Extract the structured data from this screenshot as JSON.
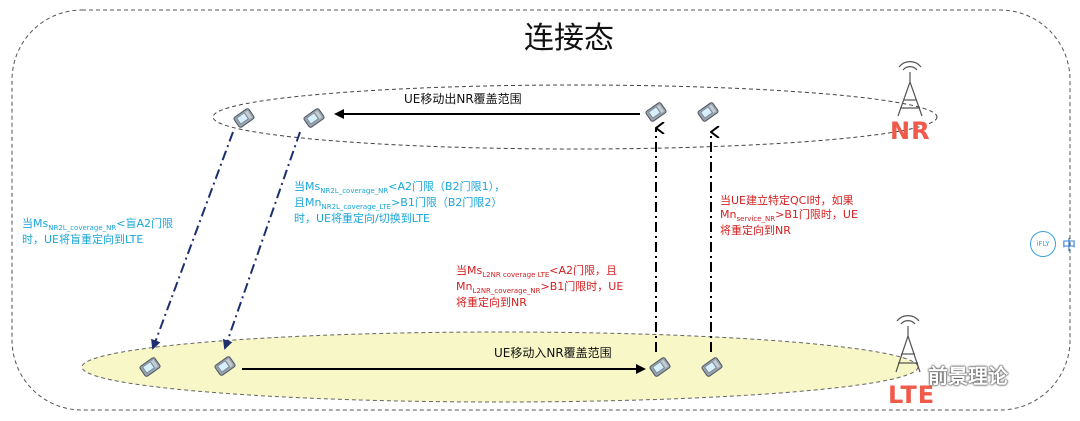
{
  "title": "连接态",
  "cells": {
    "nr": "NR",
    "lte": "LTE"
  },
  "arrows": {
    "move_out": "UE移动出NR覆盖范围",
    "move_in": "UE移动入NR覆盖范围"
  },
  "notes": {
    "left_line1_prefix": "当Ms",
    "left_line1_sub": "NR2L_coverage_NR",
    "left_line1_suffix": "<盲A2门限",
    "left_line2": "时，UE将盲重定向到LTE",
    "mid_line1_prefix": "当Ms",
    "mid_line1_sub": "NR2L_coverage_NR",
    "mid_line1_suffix": "<A2门限（B2门限1），",
    "mid_line2_prefix": "且Mn",
    "mid_line2_sub": "NR2L_coverage_LTE",
    "mid_line2_suffix": ">B1门限（B2门限2）",
    "mid_line3": "时，UE将重定向/切换到LTE",
    "red_line1_prefix": "当Ms",
    "red_line1_sub": "L2NR coverage LTE",
    "red_line1_suffix": "<A2门限，且",
    "red_line2_prefix": "Mn",
    "red_line2_sub": "L2NR_coverage_NR",
    "red_line2_suffix": ">B1门限时，UE",
    "red_line3": "将重定向到NR",
    "right_line1": "当UE建立特定QCI时，如果",
    "right_line2_prefix": "Mn",
    "right_line2_sub": "service_NR",
    "right_line2_suffix": ">B1门限时，UE",
    "right_line3": "将重定向到NR"
  },
  "side": {
    "icon_text": "iFLY",
    "label": "中"
  },
  "watermark": "前景理论",
  "colors": {
    "nr_red": "#f05a4a",
    "cyan": "#1aa6d9",
    "red": "#d42020",
    "navy": "#1e2f6e",
    "lte_fill": "#f7f7c8"
  }
}
